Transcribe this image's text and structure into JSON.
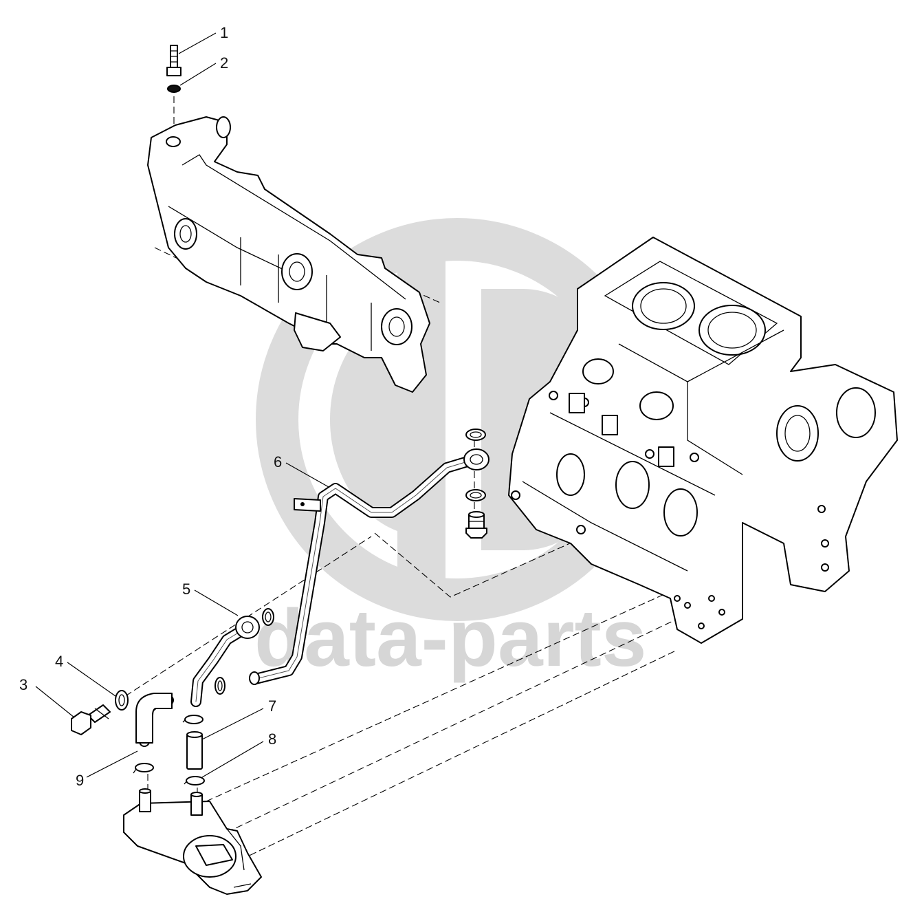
{
  "watermark": {
    "brand_text": "data-parts",
    "color": "#d6d6d6"
  },
  "callouts": [
    {
      "id": "1",
      "label": "1"
    },
    {
      "id": "2",
      "label": "2"
    },
    {
      "id": "3",
      "label": "3"
    },
    {
      "id": "4",
      "label": "4"
    },
    {
      "id": "5",
      "label": "5"
    },
    {
      "id": "6",
      "label": "6"
    },
    {
      "id": "7",
      "label": "7"
    },
    {
      "id": "8",
      "label": "8"
    },
    {
      "id": "9",
      "label": "9"
    }
  ],
  "line_color": "#000000"
}
